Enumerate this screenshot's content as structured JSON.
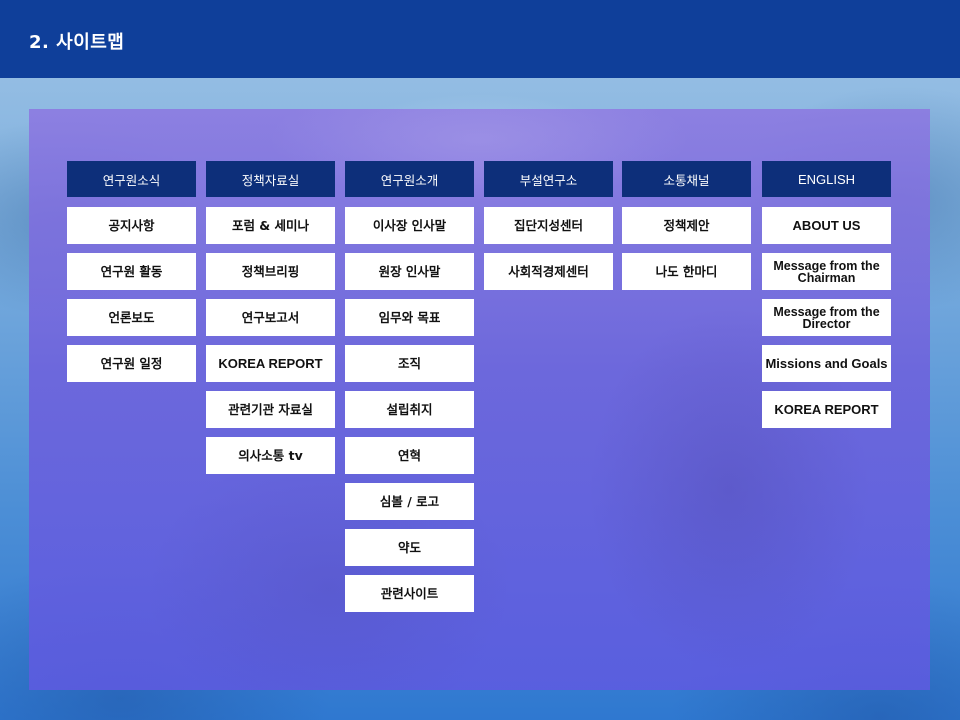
{
  "header": {
    "title": "2.  사이트맵"
  },
  "columns": [
    {
      "header": "연구원소식",
      "items": [
        "공지사항",
        "연구원 활동",
        "언론보도",
        "연구원 일정"
      ]
    },
    {
      "header": "정책자료실",
      "items": [
        "포럼 & 세미나",
        "정책브리핑",
        "연구보고서",
        "KOREA REPORT",
        "관련기관 자료실",
        "의사소통 tv"
      ]
    },
    {
      "header": "연구원소개",
      "items": [
        "이사장 인사말",
        "원장 인사말",
        "임무와 목표",
        "조직",
        "설립취지",
        "연혁",
        "심볼 / 로고",
        "약도",
        "관련사이트"
      ]
    },
    {
      "header": "부설연구소",
      "items": [
        "집단지성센터",
        "사회적경제센터"
      ]
    },
    {
      "header": "소통채널",
      "items": [
        "정책제안",
        "나도 한마디"
      ]
    },
    {
      "header": "ENGLISH",
      "items": [
        "ABOUT US",
        "Message from the Chairman",
        "Message from the Director",
        "Missions and Goals",
        "KOREA REPORT"
      ]
    }
  ],
  "colors": {
    "header_bar": "#0f3f9a",
    "column_header": "#0d2f7a",
    "panel": "#7a69dc"
  }
}
